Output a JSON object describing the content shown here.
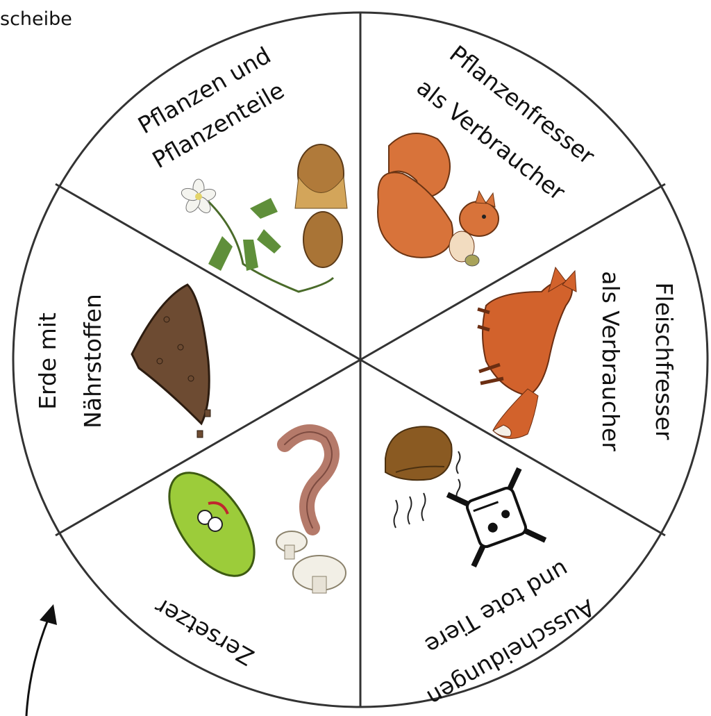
{
  "header": {
    "title_fragment": "scheibe"
  },
  "wheel": {
    "segments": [
      {
        "id": "plants",
        "lines": [
          "Pflanzen und",
          "Pflanzenteile"
        ],
        "illustration": "anemone-and-hazelnut"
      },
      {
        "id": "herbivores",
        "lines": [
          "Pflanzenfresser",
          "als Verbraucher"
        ],
        "illustration": "squirrel"
      },
      {
        "id": "carnivores",
        "lines": [
          "Fleischfresser",
          "als Verbraucher"
        ],
        "illustration": "fox"
      },
      {
        "id": "waste",
        "lines": [
          "Ausscheidungen",
          "und tote Tiere"
        ],
        "illustration": "dung-and-dead-animal"
      },
      {
        "id": "decomposers",
        "lines": [
          "Zersetzer"
        ],
        "illustration": "bacterium-worm-mushrooms"
      },
      {
        "id": "soil",
        "lines": [
          "Erde mit",
          "Nährstoffen"
        ],
        "illustration": "soil-heap"
      }
    ]
  },
  "colors": {
    "outline": "#333333",
    "text": "#111111"
  }
}
